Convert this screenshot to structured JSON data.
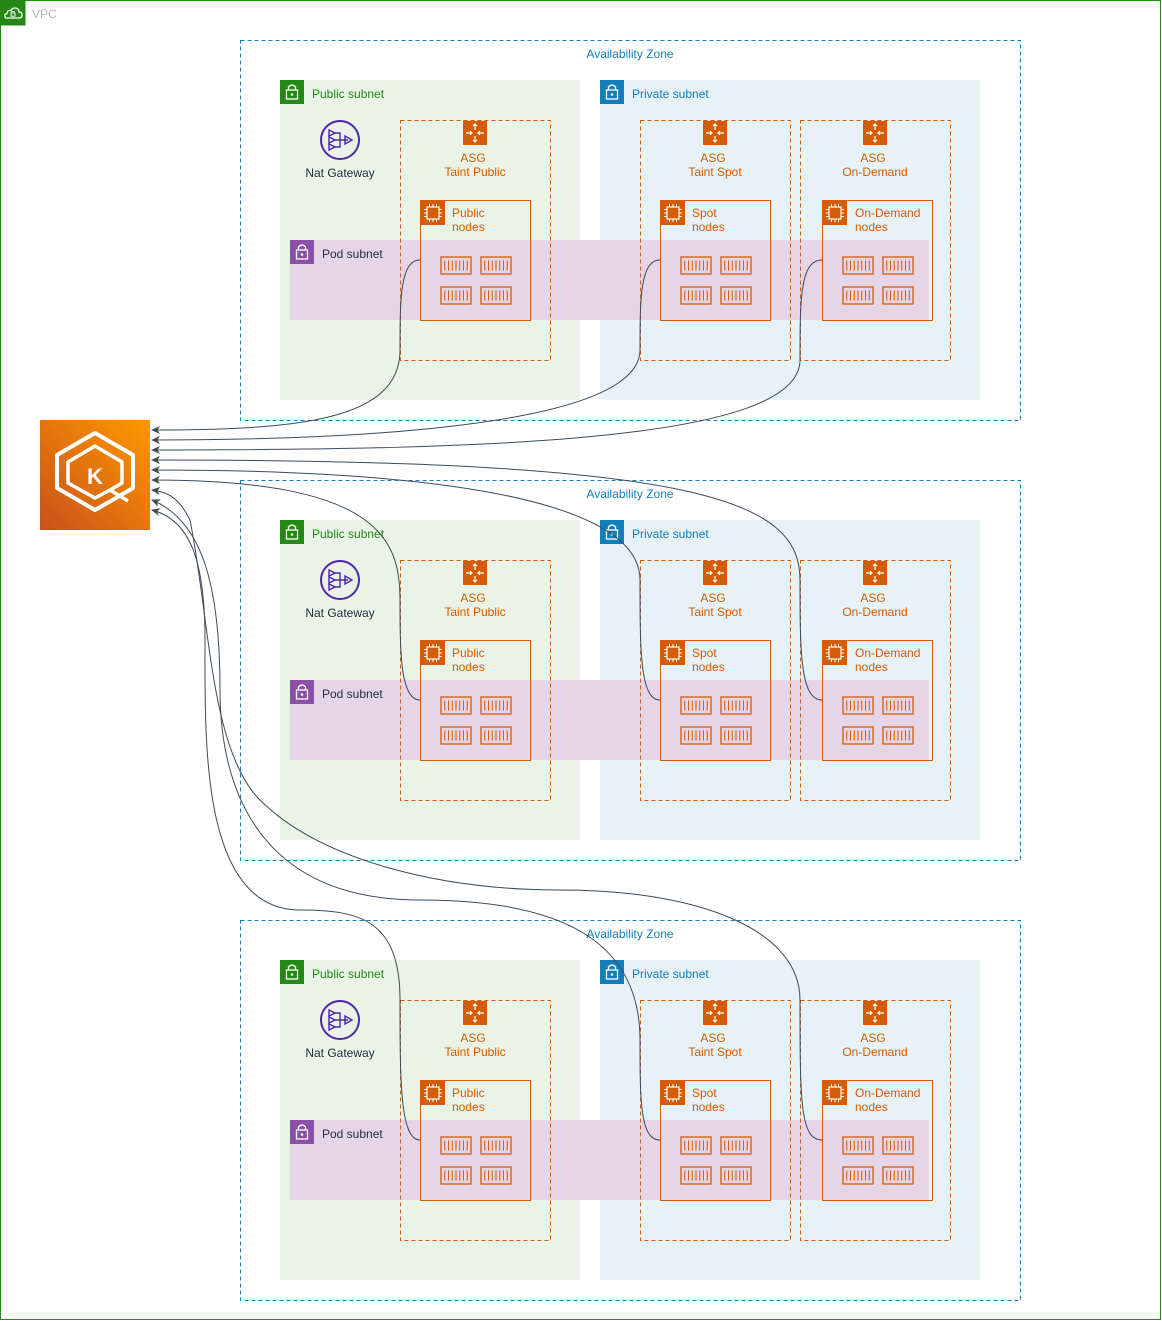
{
  "vpc": {
    "label": "VPC"
  },
  "zones": [
    {
      "label": "Availability Zone",
      "public_subnet": {
        "label": "Public subnet"
      },
      "private_subnet": {
        "label": "Private subnet"
      },
      "pod_subnet": {
        "label": "Pod subnet"
      },
      "nat_gateway": {
        "label": "Nat Gateway"
      },
      "asgs": [
        {
          "title": "ASG",
          "subtitle": "Taint Public",
          "nodes_line1": "Public",
          "nodes_line2": "nodes"
        },
        {
          "title": "ASG",
          "subtitle": "Taint Spot",
          "nodes_line1": "Spot",
          "nodes_line2": "nodes"
        },
        {
          "title": "ASG",
          "subtitle": "On-Demand",
          "nodes_line1": "On-Demand",
          "nodes_line2": "nodes"
        }
      ]
    },
    {
      "label": "Availability Zone",
      "public_subnet": {
        "label": "Public subnet"
      },
      "private_subnet": {
        "label": "Private subnet"
      },
      "pod_subnet": {
        "label": "Pod subnet"
      },
      "nat_gateway": {
        "label": "Nat Gateway"
      },
      "asgs": [
        {
          "title": "ASG",
          "subtitle": "Taint Public",
          "nodes_line1": "Public",
          "nodes_line2": "nodes"
        },
        {
          "title": "ASG",
          "subtitle": "Taint Spot",
          "nodes_line1": "Spot",
          "nodes_line2": "nodes"
        },
        {
          "title": "ASG",
          "subtitle": "On-Demand",
          "nodes_line1": "On-Demand",
          "nodes_line2": "nodes"
        }
      ]
    },
    {
      "label": "Availability Zone",
      "public_subnet": {
        "label": "Public subnet"
      },
      "private_subnet": {
        "label": "Private subnet"
      },
      "pod_subnet": {
        "label": "Pod subnet"
      },
      "nat_gateway": {
        "label": "Nat Gateway"
      },
      "asgs": [
        {
          "title": "ASG",
          "subtitle": "Taint Public",
          "nodes_line1": "Public",
          "nodes_line2": "nodes"
        },
        {
          "title": "ASG",
          "subtitle": "Taint Spot",
          "nodes_line1": "Spot",
          "nodes_line2": "nodes"
        },
        {
          "title": "ASG",
          "subtitle": "On-Demand",
          "nodes_line1": "On-Demand",
          "nodes_line2": "nodes"
        }
      ]
    }
  ],
  "eks": {
    "letter": "K",
    "icon": "eks-icon"
  },
  "colors": {
    "vpc_border": "#248814",
    "az_border": "#147EBA",
    "public_fill": "#E9F3E6",
    "public_text": "#248814",
    "private_fill": "#E6F2F8",
    "private_text": "#147EBA",
    "pod_fill": "#E5D5E6",
    "pod_icon": "#8C4FFF",
    "asg_orange": "#D45B07",
    "nat_purple": "#4D27AA",
    "connector": "#3F4B59"
  }
}
